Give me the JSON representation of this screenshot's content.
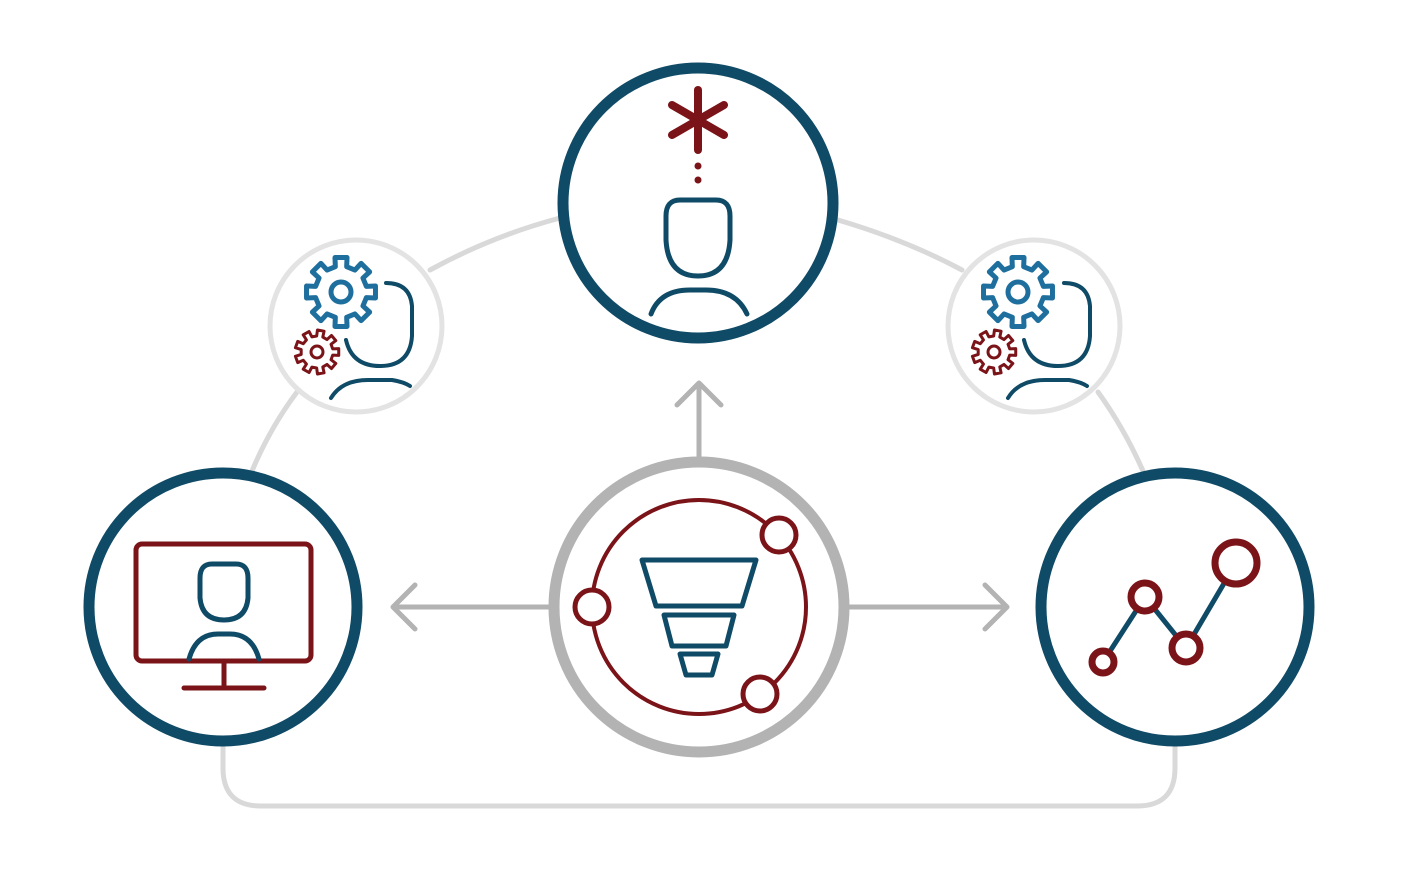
{
  "colors": {
    "navy": "#0f4a66",
    "maroon": "#7b1419",
    "blue": "#1f6f9e",
    "gray": "#b3b3b3",
    "light_gray": "#d9d9d9",
    "lighter_gray": "#e3e3e3",
    "background": "#ffffff"
  },
  "nodes": [
    {
      "id": "top",
      "icon": "person-with-idea-icon",
      "ring": "navy"
    },
    {
      "id": "upper-left",
      "icon": "person-with-gears-icon",
      "ring": "lighter_gray"
    },
    {
      "id": "upper-right",
      "icon": "person-with-gears-icon",
      "ring": "lighter_gray"
    },
    {
      "id": "left",
      "icon": "monitor-user-icon",
      "ring": "navy"
    },
    {
      "id": "center",
      "icon": "funnel-cycle-icon",
      "ring": "gray"
    },
    {
      "id": "right",
      "icon": "line-graph-icon",
      "ring": "navy"
    }
  ],
  "connections": [
    {
      "from": "center",
      "to": "top",
      "type": "arrow"
    },
    {
      "from": "center",
      "to": "left",
      "type": "arrow"
    },
    {
      "from": "center",
      "to": "right",
      "type": "arrow"
    },
    {
      "from": "left",
      "to": "upper-left",
      "type": "arc"
    },
    {
      "from": "upper-left",
      "to": "top",
      "type": "arc"
    },
    {
      "from": "top",
      "to": "upper-right",
      "type": "arc"
    },
    {
      "from": "upper-right",
      "to": "right",
      "type": "arc"
    },
    {
      "from": "left",
      "to": "right",
      "type": "bottom-loop"
    }
  ]
}
